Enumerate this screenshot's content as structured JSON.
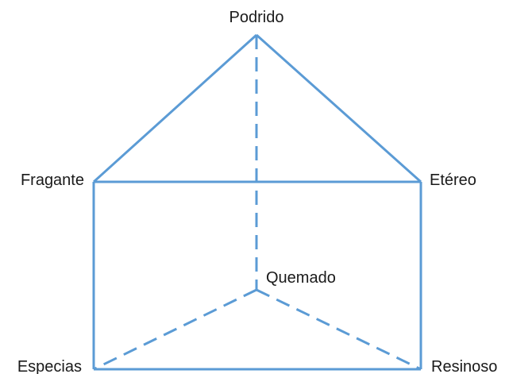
{
  "diagram": {
    "edge_color": "#5b9bd5",
    "vertices": {
      "podrido": "Podrido",
      "fragante": "Fragante",
      "etereo": "Etéreo",
      "quemado": "Quemado",
      "especias": "Especias",
      "resinoso": "Resinoso"
    },
    "edges": [
      {
        "from": "podrido",
        "to": "fragante",
        "style": "solid"
      },
      {
        "from": "podrido",
        "to": "etereo",
        "style": "solid"
      },
      {
        "from": "fragante",
        "to": "etereo",
        "style": "solid"
      },
      {
        "from": "fragante",
        "to": "especias",
        "style": "solid"
      },
      {
        "from": "etereo",
        "to": "resinoso",
        "style": "solid"
      },
      {
        "from": "especias",
        "to": "resinoso",
        "style": "solid"
      },
      {
        "from": "podrido",
        "to": "quemado",
        "style": "dashed"
      },
      {
        "from": "quemado",
        "to": "especias",
        "style": "dashed"
      },
      {
        "from": "quemado",
        "to": "resinoso",
        "style": "dashed"
      }
    ]
  }
}
